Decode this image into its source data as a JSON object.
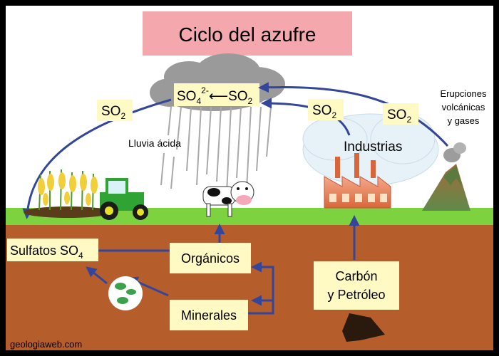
{
  "title": "Ciclo del azufre",
  "cloud_formula": {
    "sulfate": "SO",
    "sulfate_sub": "4",
    "sulfate_sup": "2-",
    "arrow": "⟵",
    "dioxide": "SO",
    "dioxide_sub": "2"
  },
  "so2_labels": [
    {
      "text": "SO",
      "sub": "2"
    },
    {
      "text": "SO",
      "sub": "2"
    },
    {
      "text": "SO",
      "sub": "2"
    }
  ],
  "rain_label": "Lluvia ácida",
  "industry_label": "Industrias",
  "volcano_label": [
    "Erupciones",
    "volcánicas",
    "y gases"
  ],
  "soil_boxes": {
    "sulfates": {
      "text": "Sulfatos SO",
      "sub": "4"
    },
    "organics": "Orgánicos",
    "minerals": "Minerales",
    "fossil": [
      "Carbón",
      "y Petróleo"
    ]
  },
  "credit": "geologiaweb.com",
  "colors": {
    "frame": "#000000",
    "sky": "#ffffff",
    "title_bg": "#f4a8ad",
    "grass": "#7cd33f",
    "soil": "#b55e2b",
    "box_bg": "#fff9c4",
    "arrow": "#34469a",
    "cloud": "#9a9a9a",
    "rain": "#a9a9a9"
  }
}
